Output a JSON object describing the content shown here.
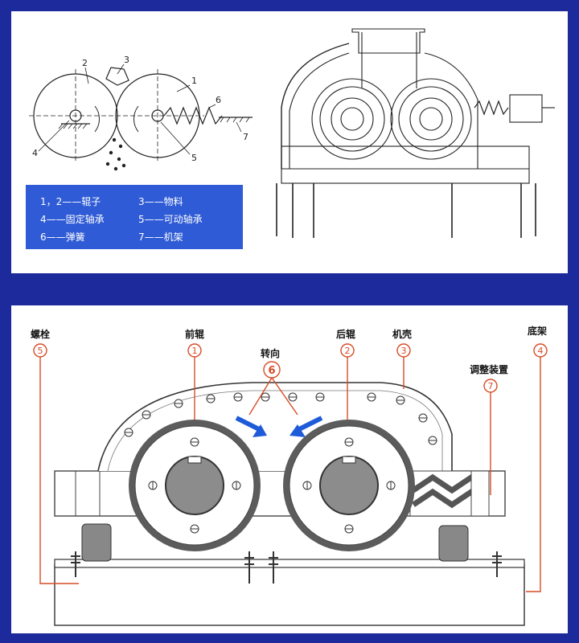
{
  "schematic": {
    "numbers": [
      "1",
      "2",
      "3",
      "4",
      "5",
      "6",
      "7"
    ],
    "legend": [
      {
        "items": [
          "1，2——辊子",
          "3——物料"
        ]
      },
      {
        "items": [
          "4——固定轴承",
          "5——可动轴承"
        ]
      },
      {
        "items": [
          "6——弹簧",
          "7——机架"
        ]
      }
    ]
  },
  "labeled_diagram": {
    "labels": {
      "bolt": {
        "text": "螺栓",
        "num": "5"
      },
      "front_roller": {
        "text": "前辊",
        "num": "1"
      },
      "direction": {
        "text": "转向",
        "num": "6"
      },
      "rear_roller": {
        "text": "后辊",
        "num": "2"
      },
      "housing": {
        "text": "机壳",
        "num": "3"
      },
      "adjuster": {
        "text": "调整装置",
        "num": "7"
      },
      "base_frame": {
        "text": "底架",
        "num": "4"
      }
    },
    "colors": {
      "callout": "#d74c26",
      "arrow": "#1e5bd8",
      "roller_ring": "#5c5c5c",
      "hub": "#8c8c8c"
    }
  }
}
